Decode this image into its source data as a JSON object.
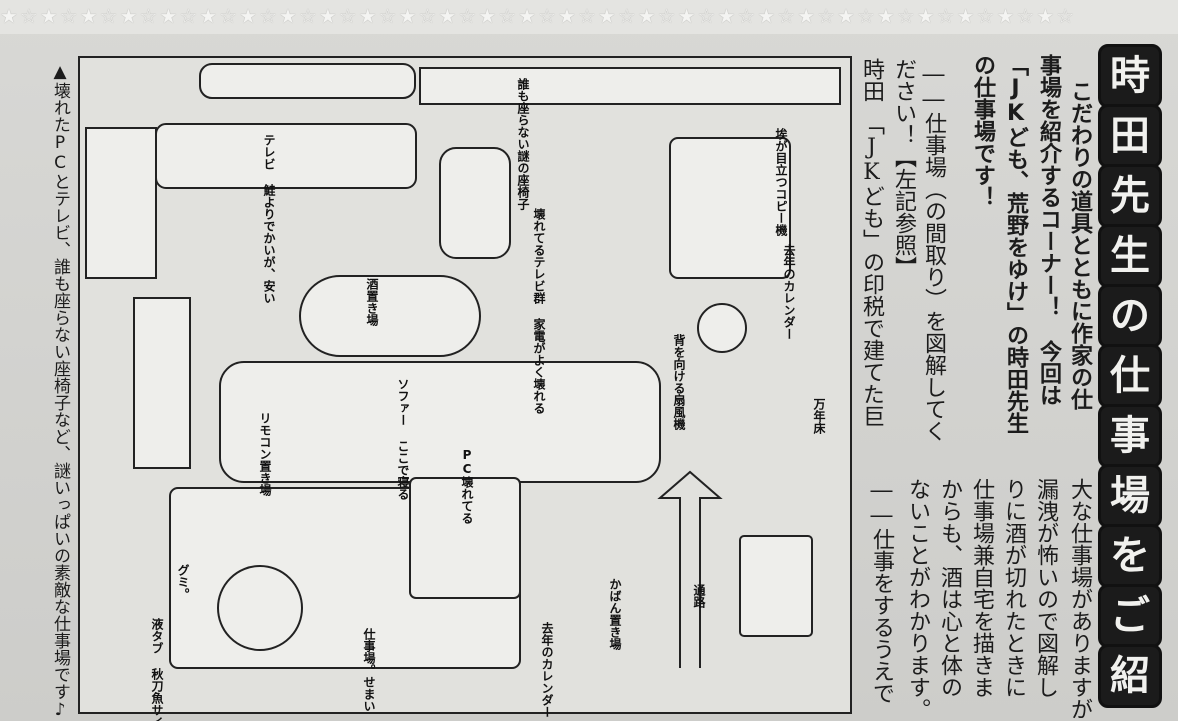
{
  "title_chars": [
    "時",
    "田",
    "先",
    "生",
    "の",
    "仕",
    "事",
    "場",
    "を",
    "ご",
    "紹"
  ],
  "caption": "▲壊れたPCとテレビ、誰も座らない座椅子など、謎いっぱいの素敵な仕事場です♪",
  "plan_labels": {
    "tv": "テレビ 鮭よりでかいが、安い",
    "mystery_chair": "誰も座らない謎の座椅子",
    "copier": "埃が目立つコピー機",
    "broken_tvs": "壊れてるテレビ群 家電がよく壊れる",
    "calendar_top": "去年のカレンダー",
    "liquor_shelf": "酒置き場",
    "fan": "背を向ける扇風機",
    "sofa": "ソファー ここで寝る",
    "remote": "リモコン置き場",
    "pc": "PC壊れてる",
    "futon": "万年床",
    "aisle": "通路",
    "bag": "かばん置き場",
    "calendar_bottom": "去年のカレンダー",
    "workspace": "仕事場。せまい",
    "tablet": "液タブ 秋刀魚サイズ",
    "gummy": "グミ。"
  },
  "lead": [
    "こだわりの道具とともに作家の仕",
    "事場を紹介するコーナー！　今回は",
    "「JKども、荒野をゆけ」の時田先生",
    "の仕事場です！"
  ],
  "body": [
    "――仕事場（の間取り）を図解してく",
    "ださい！【左記参照】",
    "時田　「JKども」の印税で建てた巨",
    "大な仕事場がありますが",
    "漏洩が怖いので図解し",
    "りに酒が切れたときに",
    "仕事場兼自宅を描きま",
    "からも、酒は心と体の",
    "ないことがわかります。",
    "――仕事をするうえで"
  ]
}
